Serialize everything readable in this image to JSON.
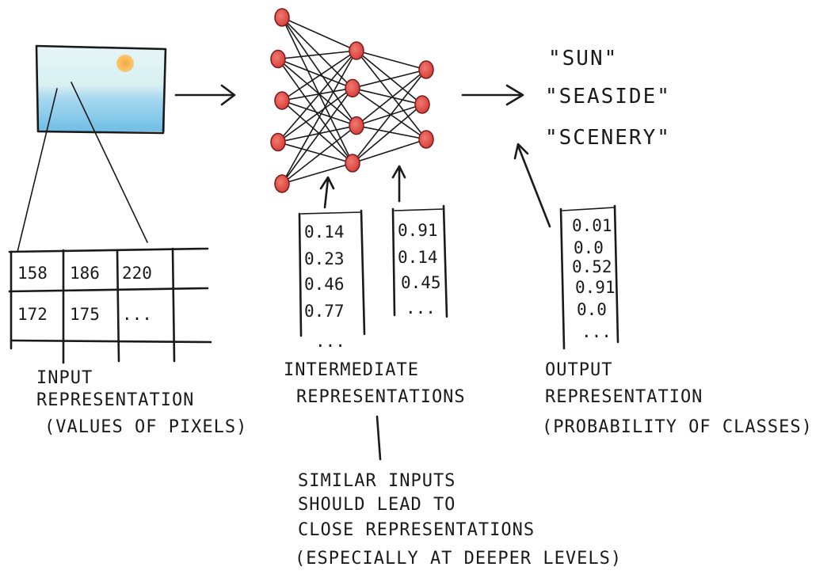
{
  "colors": {
    "ink": "#1a1a1a",
    "node": "#e5504a",
    "sun": "#f6b24a",
    "sky": "#dff1f6",
    "sea": "#7cc3e8"
  },
  "input_grid": {
    "rows": [
      [
        "158",
        "186",
        "220",
        ""
      ],
      [
        "172",
        "175",
        "...",
        ""
      ],
      [
        "",
        "",
        "",
        ""
      ]
    ]
  },
  "network": {
    "layers": [
      5,
      4,
      3
    ]
  },
  "intermediate_vectors": [
    {
      "values": [
        "0.14",
        "0.23",
        "0.46",
        "0.77"
      ],
      "ellipsis": "..."
    },
    {
      "values": [
        "0.91",
        "0.14",
        "0.45"
      ],
      "ellipsis": "..."
    }
  ],
  "output_vector": {
    "values": [
      "0.01",
      "0.0",
      "0.52",
      "0.91",
      "0.0"
    ],
    "ellipsis": "..."
  },
  "output_classes": [
    "\"SUN\"",
    "\"SEASIDE\"",
    "\"SCENERY\""
  ],
  "labels": {
    "input": [
      "INPUT",
      "REPRESENTATION",
      "(VALUES OF PIXELS)"
    ],
    "intermediate": [
      "INTERMEDIATE",
      "REPRESENTATIONS"
    ],
    "output": [
      "OUTPUT",
      "REPRESENTATION",
      "(PROBABILITY OF CLASSES)"
    ],
    "note": [
      "SIMILAR INPUTS",
      "SHOULD LEAD TO",
      "CLOSE REPRESENTATIONS",
      "(ESPECIALLY AT DEEPER LEVELS)"
    ]
  }
}
